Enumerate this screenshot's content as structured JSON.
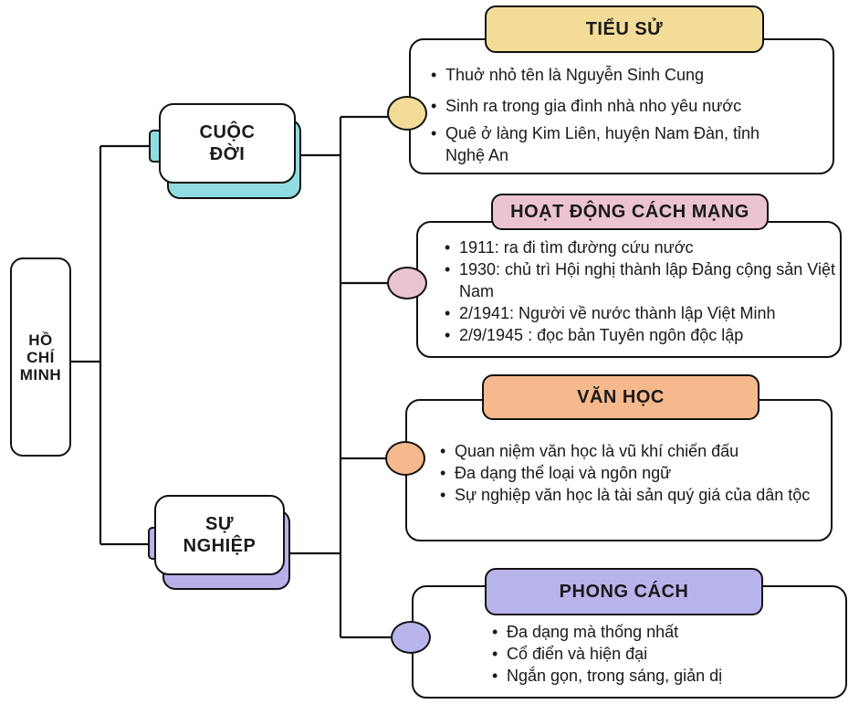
{
  "root": {
    "label": "HỒ CHÍ MINH"
  },
  "branches": {
    "cuoc_doi": {
      "label": "CUỘC ĐỜI"
    },
    "su_nghiep": {
      "label": "SỰ NGHIỆP"
    }
  },
  "topics": [
    {
      "title": "TIỂU SỬ",
      "color": "#f2dc98",
      "items": [
        "Thuở nhỏ tên là Nguyễn Sinh Cung",
        "Sinh ra trong gia đình nhà nho yêu nước",
        "Quê ở làng Kim Liên, huyện Nam Đàn, tỉnh Nghệ An"
      ]
    },
    {
      "title": "HOẠT ĐỘNG CÁCH MẠNG",
      "color": "#ebc3d3",
      "items": [
        "1911: ra đi tìm đường cứu nước",
        "1930: chủ trì Hội nghị thành lập Đảng cộng sản Việt Nam",
        "2/1941: Người về nước thành lập Việt Minh",
        "2/9/1945 : đọc bản Tuyên ngôn độc lập"
      ]
    },
    {
      "title": "VĂN HỌC",
      "color": "#f6b98d",
      "items": [
        "Quan niệm văn học là vũ khí chiến đấu",
        "Đa dạng thể loại và ngôn ngữ",
        "Sự nghiệp văn học là tài sản quý giá của dân tộc"
      ]
    },
    {
      "title": "PHONG CÁCH",
      "color": "#b9b3ec",
      "items": [
        "Đa dạng mà thống nhất",
        "Cổ điển và hiện đại",
        "Ngắn gọn, trong sáng, giản dị"
      ]
    }
  ],
  "colors": {
    "cuoc_doi_accent": "#8fdde0",
    "su_nghiep_accent": "#b7b0ea",
    "line": "#111111"
  }
}
